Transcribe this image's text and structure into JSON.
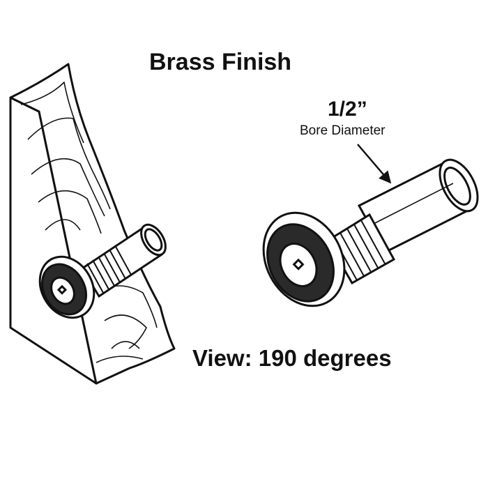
{
  "title": "Brass Finish",
  "bore_size": "1/2”",
  "bore_label": "Bore Diameter",
  "view_label": "View: 190 degrees",
  "colors": {
    "ink": "#111111",
    "background": "#ffffff",
    "dark_ring": "#2a2a2a"
  },
  "icons": {
    "door_section": "wood-block-illustration",
    "installed_viewer": "door-viewer-installed-illustration",
    "viewer": "door-viewer-illustration",
    "pointer": "arrow-icon"
  }
}
